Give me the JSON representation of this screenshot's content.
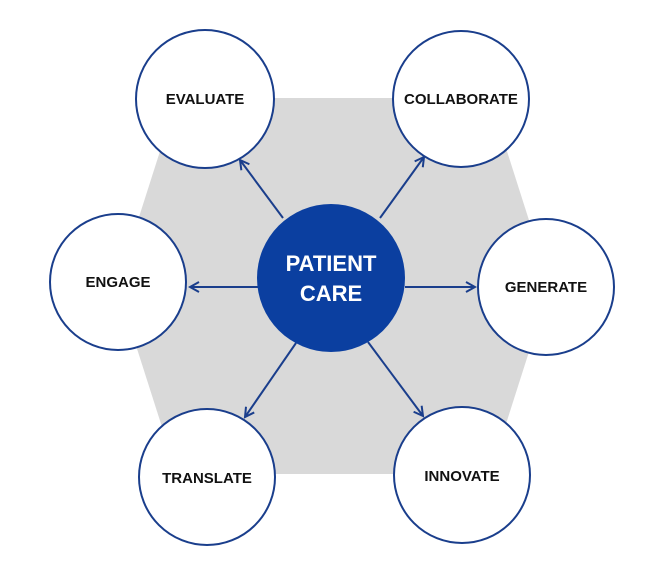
{
  "colors": {
    "hexagon": "#d9d9d9",
    "accent": "#0b3fa0",
    "node_stroke": "#1a3e8c",
    "node_fill": "#ffffff",
    "arrow": "#1a3e8c",
    "center_text": "#ffffff",
    "node_text": "#111111"
  },
  "center": {
    "label_line1": "PATIENT",
    "label_line2": "CARE"
  },
  "nodes": [
    {
      "id": "evaluate",
      "label": "EVALUATE"
    },
    {
      "id": "collaborate",
      "label": "COLLABORATE"
    },
    {
      "id": "engage",
      "label": "ENGAGE"
    },
    {
      "id": "generate",
      "label": "GENERATE"
    },
    {
      "id": "translate",
      "label": "TRANSLATE"
    },
    {
      "id": "innovate",
      "label": "INNOVATE"
    }
  ]
}
